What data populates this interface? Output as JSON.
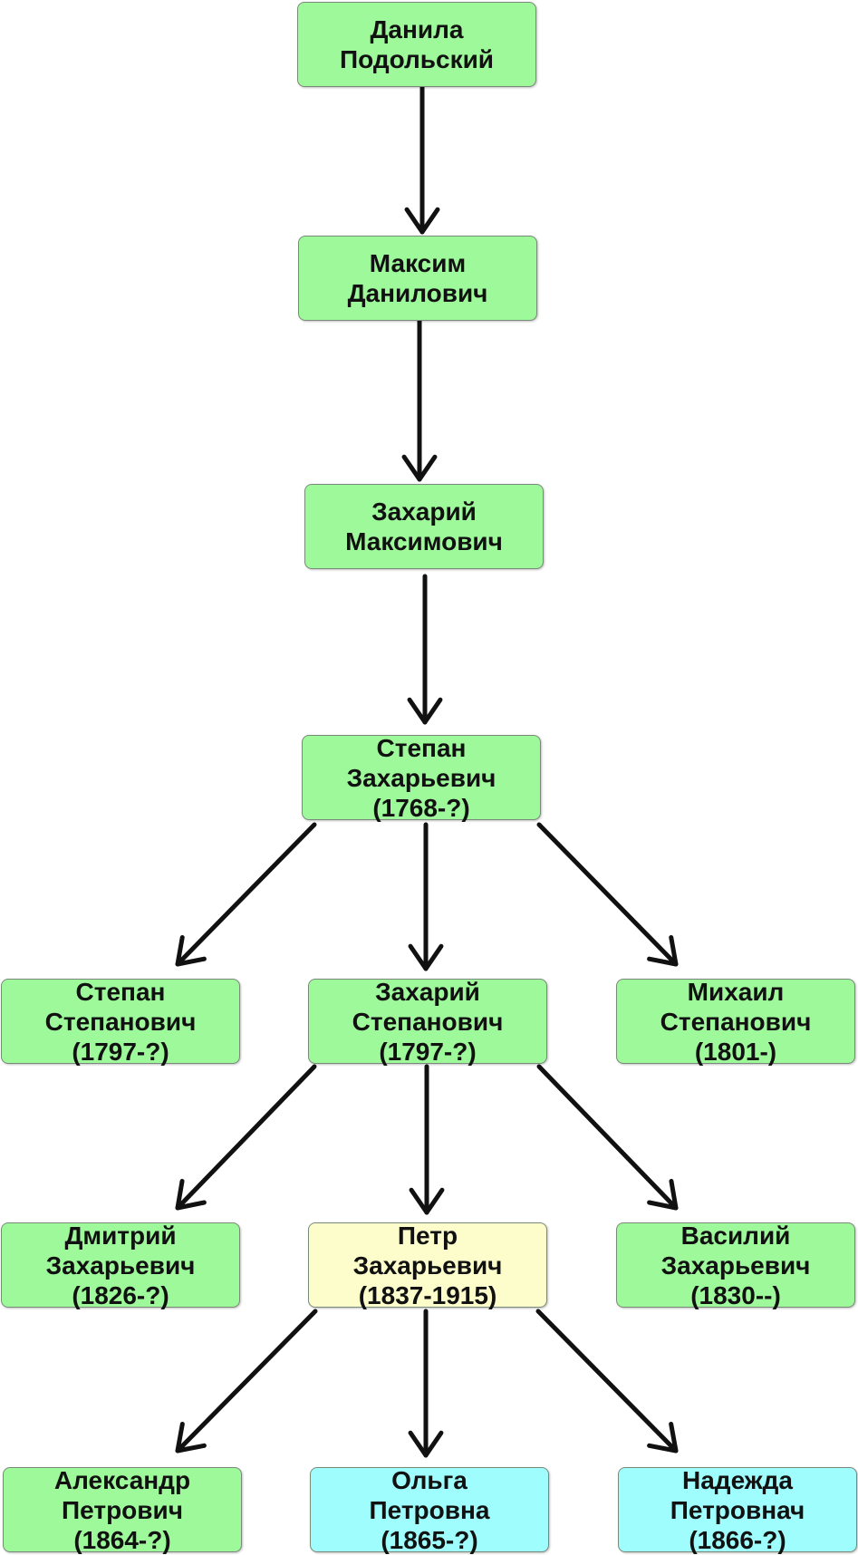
{
  "colors": {
    "male": "#9ef99a",
    "highlight": "#fdfdcc",
    "female": "#9ffdfd",
    "arrow": "#111111"
  },
  "nodes": [
    {
      "id": "danila",
      "lines": [
        "Данила",
        "Подольский"
      ],
      "kind": "male"
    },
    {
      "id": "maksim",
      "lines": [
        "Максим",
        "Данилович"
      ],
      "kind": "male"
    },
    {
      "id": "zakhariy-m",
      "lines": [
        "Захарий",
        "Максимович"
      ],
      "kind": "male"
    },
    {
      "id": "stepan-z",
      "lines": [
        "Степан",
        "Захарьевич",
        "(1768-?)"
      ],
      "kind": "male"
    },
    {
      "id": "stepan-s",
      "lines": [
        "Степан",
        "Степанович",
        "(1797-?)"
      ],
      "kind": "male"
    },
    {
      "id": "zakhariy-s",
      "lines": [
        "Захарий",
        "Степанович",
        "(1797-?)"
      ],
      "kind": "male"
    },
    {
      "id": "mikhail-s",
      "lines": [
        "Михаил",
        "Степанович",
        "(1801-)"
      ],
      "kind": "male"
    },
    {
      "id": "dmitriy-z",
      "lines": [
        "Дмитрий",
        "Захарьевич",
        "(1826-?)"
      ],
      "kind": "male"
    },
    {
      "id": "petr-z",
      "lines": [
        "Петр",
        "Захарьевич",
        "(1837-1915)"
      ],
      "kind": "highlight"
    },
    {
      "id": "vasiliy-z",
      "lines": [
        "Василий",
        "Захарьевич",
        "(1830--)"
      ],
      "kind": "male"
    },
    {
      "id": "aleksandr-p",
      "lines": [
        "Александр",
        "Петрович",
        "(1864-?)"
      ],
      "kind": "male"
    },
    {
      "id": "olga-p",
      "lines": [
        "Ольга",
        "Петровна",
        "(1865-?)"
      ],
      "kind": "female"
    },
    {
      "id": "nadezhda-p",
      "lines": [
        "Надежда",
        "Петровнач",
        "(1866-?)"
      ],
      "kind": "female"
    }
  ],
  "edges": [
    [
      "danila",
      "maksim"
    ],
    [
      "maksim",
      "zakhariy-m"
    ],
    [
      "zakhariy-m",
      "stepan-z"
    ],
    [
      "stepan-z",
      "stepan-s"
    ],
    [
      "stepan-z",
      "zakhariy-s"
    ],
    [
      "stepan-z",
      "mikhail-s"
    ],
    [
      "zakhariy-s",
      "dmitriy-z"
    ],
    [
      "zakhariy-s",
      "petr-z"
    ],
    [
      "zakhariy-s",
      "vasiliy-z"
    ],
    [
      "petr-z",
      "aleksandr-p"
    ],
    [
      "petr-z",
      "olga-p"
    ],
    [
      "petr-z",
      "nadezhda-p"
    ]
  ]
}
